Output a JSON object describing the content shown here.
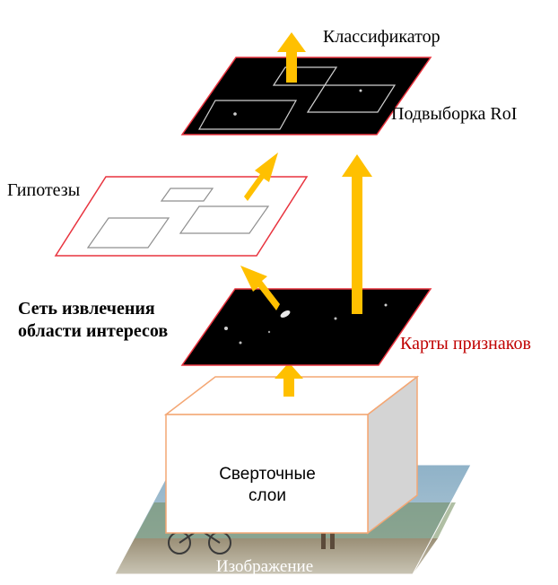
{
  "diagram": {
    "classifier_label": "Классификатор",
    "roi_label": "Подвыборка RoI",
    "hypotheses_label": "Гипотезы",
    "rpn_label_line1": "Сеть извлечения",
    "rpn_label_line2": "области интересов",
    "feature_maps_label": "Карты признаков",
    "conv_layers_line1": "Сверточные",
    "conv_layers_line2": "слои",
    "image_label": "Изображение"
  },
  "colors": {
    "arrow": "#FFC000",
    "plane_border": "#E8343F",
    "box_border": "#F4A774",
    "feature_map": "#000000",
    "red_text": "#C00000",
    "box_side": "#D4D4D4"
  }
}
